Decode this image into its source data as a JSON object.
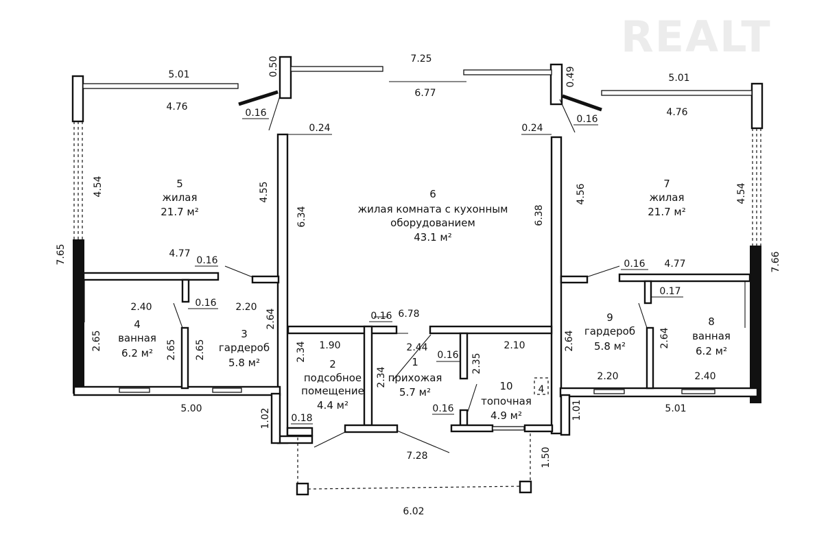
{
  "watermark": "REALT",
  "rooms": [
    {
      "num": "1",
      "name": "прихожая",
      "area": "5.7 м²"
    },
    {
      "num": "2",
      "name_l1": "подсобное",
      "name_l2": "помещение",
      "area": "4.4 м²"
    },
    {
      "num": "3",
      "name": "гардероб",
      "area": "5.8 м²"
    },
    {
      "num": "4",
      "name": "ванная",
      "area": "6.2 м²"
    },
    {
      "num": "5",
      "name": "жилая",
      "area": "21.7 м²"
    },
    {
      "num": "6",
      "name_l1": "жилая комната с кухонным",
      "name_l2": "оборудованием",
      "area": "43.1 м²"
    },
    {
      "num": "7",
      "name": "жилая",
      "area": "21.7 м²"
    },
    {
      "num": "8",
      "name": "ванная",
      "area": "6.2 м²"
    },
    {
      "num": "9",
      "name": "гардероб",
      "area": "5.8 м²"
    },
    {
      "num": "10",
      "name": "топочная",
      "area": "4.9 м²"
    }
  ],
  "dims": {
    "top_center_outer": "7.25",
    "top_center_inner": "6.77",
    "top_left_outer": "5.01",
    "top_left_inner": "4.76",
    "top_right_outer": "5.01",
    "top_right_inner": "4.76",
    "left_pier_top": "0.50",
    "right_pier_top": "0.49",
    "left_pier_wall": "0.16",
    "right_pier_wall": "0.16",
    "left_wall_thk": "0.24",
    "right_wall_thk": "0.24",
    "left_room_height": "4.54",
    "right_room_height": "4.54",
    "room5_right": "4.55",
    "room7_left": "4.56",
    "room6_left": "6.34",
    "room6_right": "6.38",
    "left_total_height": "7.65",
    "right_total_height": "7.66",
    "left_mid_width": "4.77",
    "right_mid_width": "4.77",
    "left_partition_thk": "0.16",
    "right_partition_thk": "0.16",
    "left_closet_wall": "0.16",
    "right_closet_wall": "0.17",
    "bath4_width": "2.40",
    "closet3_width": "2.20",
    "bath4_h": "2.65",
    "bath4_inner_h": "2.65",
    "closet3_h": "2.65",
    "closet3_right_h": "2.64",
    "left_bottom_width": "5.00",
    "left_step": "1.02",
    "entry_wall_thk": "0.18",
    "room2_h": "2.34",
    "room2_w": "1.90",
    "room1_h": "2.34",
    "room1_w": "2.44",
    "inner_wall_thk": "0.16",
    "corridor_w": "6.78",
    "room1_partition": "0.16",
    "room10_h": "2.35",
    "room10_w": "2.10",
    "room10_wall": "0.16",
    "entry_width": "7.28",
    "porch_depth": "1.50",
    "porch_width": "6.02",
    "closet9_left_h": "2.64",
    "closet9_right_h": "2.64",
    "closet9_w": "2.20",
    "bath8_w": "2.40",
    "right_step": "1.01",
    "right_bottom_width": "5.01",
    "flue_mark": "4"
  }
}
